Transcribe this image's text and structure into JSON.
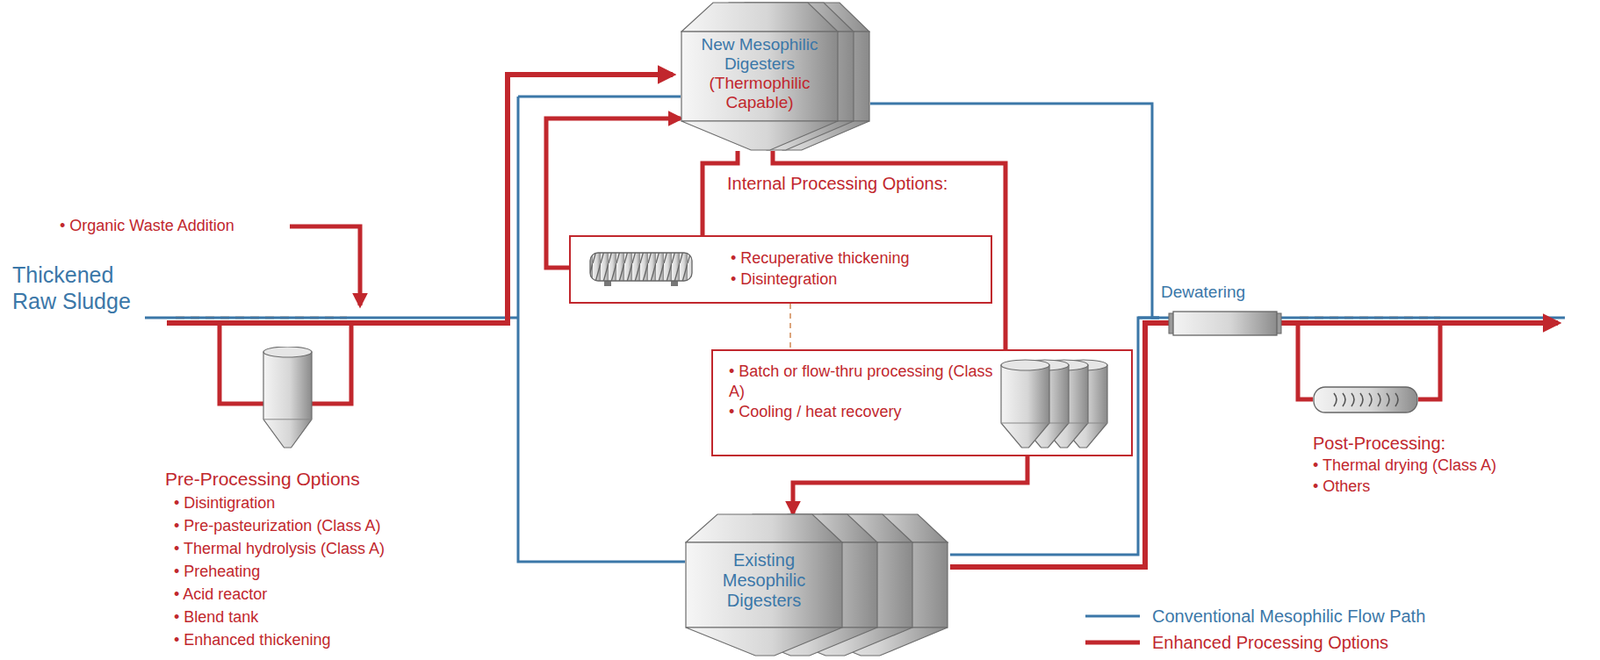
{
  "diagram": {
    "nodes": [
      {
        "text": [
          "Pre-Processing Options",
          "• Disintigration",
          "• Pre-pasteurization (Class A)",
          "• Thermal hydrolysis (Class A)",
          "• Preheating",
          "• Acid reactor",
          "• Blend tank",
          "• Enhanced thickening"
        ]
      },
      {
        "text": [
          "New Mesophilic Digesters",
          "(Thermophilic Capable)"
        ]
      },
      {
        "text": [
          "• Recuperative thickening",
          "• Disintegration"
        ]
      },
      {
        "text": [
          "• Batch or flow-thru processing (Class A)",
          "• Cooling / heat recovery"
        ]
      },
      {
        "text": [
          "Existing Mesophilic Digesters"
        ]
      },
      {
        "text": [
          "Dewatering"
        ]
      },
      {
        "text": [
          "Post-Processing:",
          "• Thermal drying (Class A)",
          "• Others"
        ]
      }
    ],
    "edges": [
      {
        "from": 1,
        "to": 2,
        "arrow": "none"
      },
      {
        "from": 2,
        "to": 1,
        "arrow": "to"
      },
      {
        "from": 1,
        "to": 3,
        "arrow": "none"
      },
      {
        "from": 3,
        "to": 4,
        "arrow": "to"
      },
      {
        "from": 4,
        "to": 5,
        "arrow": "none"
      },
      {
        "from": 1,
        "to": 5,
        "arrow": "none"
      },
      {
        "from": 5,
        "to": 6,
        "arrow": "none"
      }
    ],
    "labels": [
      "Thickened Raw Sludge",
      "• Organic Waste Addition",
      "Internal Processing Options:"
    ],
    "legend": [
      {
        "text": "Conventional Mesophilic Flow Path"
      },
      {
        "text": "Enhanced Processing Options"
      }
    ]
  }
}
